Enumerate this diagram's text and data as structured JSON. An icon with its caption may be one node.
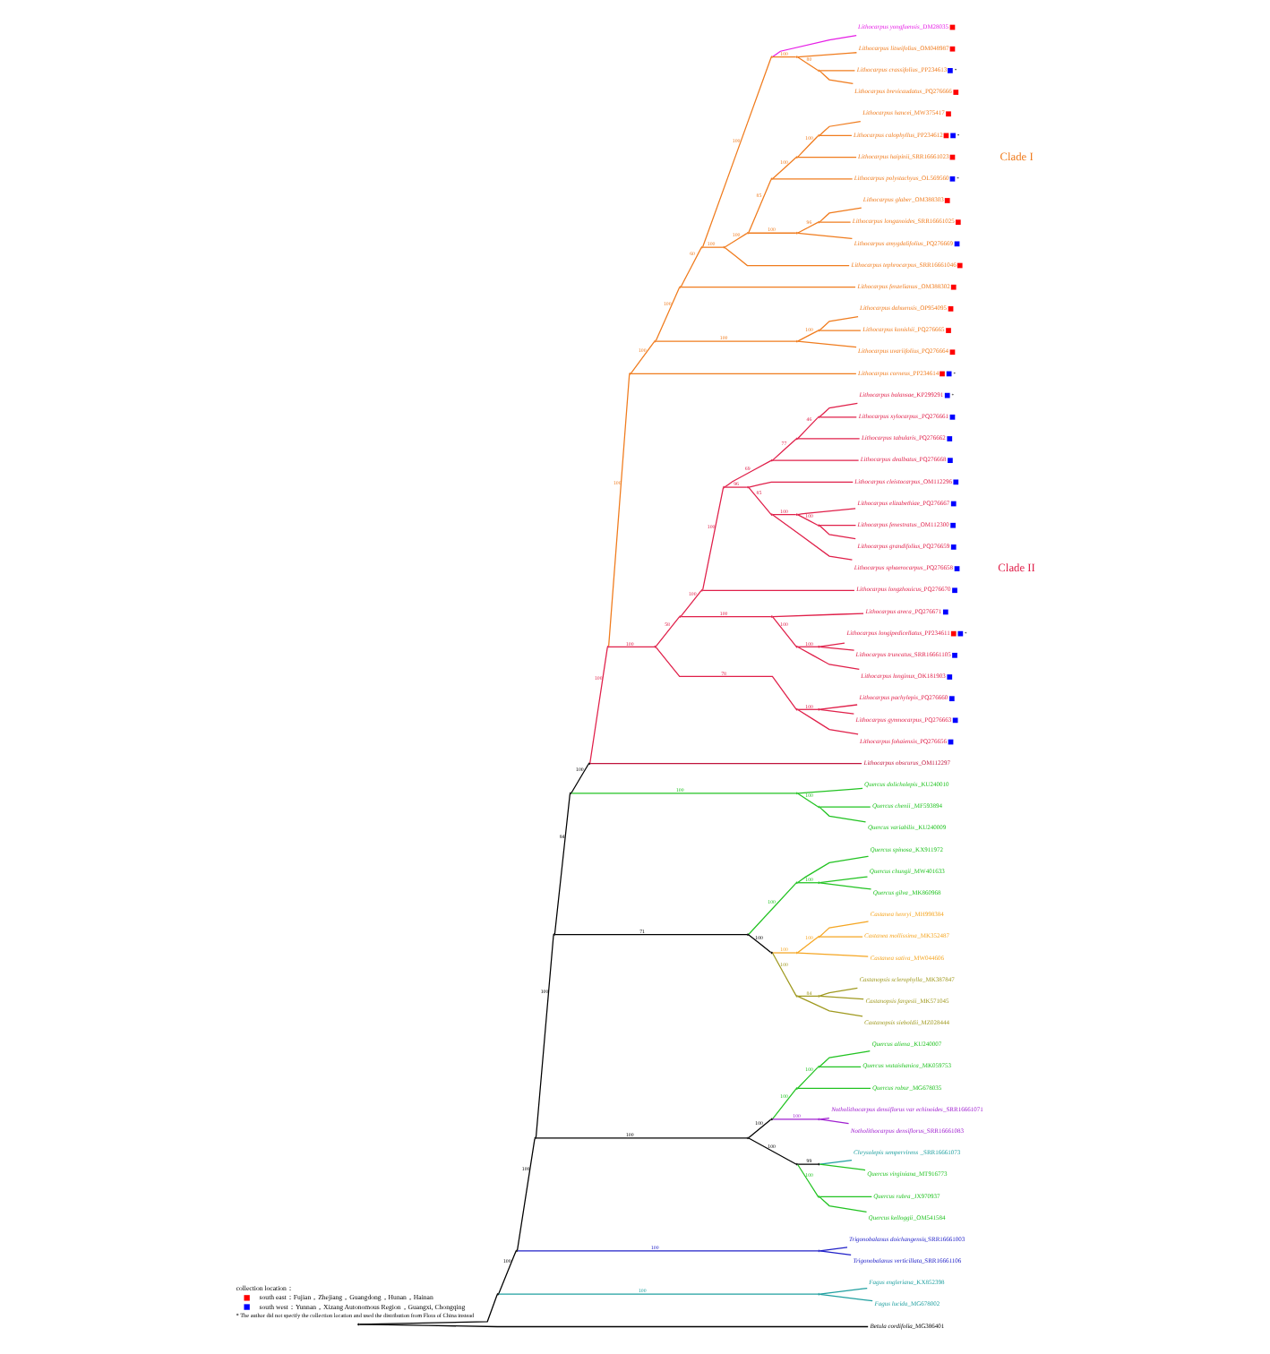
{
  "diagram": {
    "nodes": [
      {
        "text": [],
        "shape": "point"
      },
      {
        "text": [],
        "shape": "point"
      },
      {
        "text": [],
        "shape": "point"
      },
      {
        "text": [],
        "shape": "point"
      },
      {
        "text": [],
        "shape": "point"
      },
      {
        "text": [],
        "shape": "point"
      },
      {
        "text": [],
        "shape": "point"
      },
      {
        "text": [],
        "shape": "point"
      },
      {
        "text": [],
        "shape": "point"
      },
      {
        "text": [],
        "shape": "point"
      },
      {
        "text": [],
        "shape": "point"
      },
      {
        "text": [],
        "shape": "point"
      },
      {
        "text": [],
        "shape": "point"
      },
      {
        "text": [
          "Lithocarpus yongfuensis_DM28035"
        ]
      },
      {
        "text": [],
        "shape": "point"
      },
      {
        "text": [
          "Lithocarpus litseifolius_OM048987"
        ]
      },
      {
        "text": [],
        "shape": "point"
      },
      {
        "text": [
          "Lithocarpus crassifolius_PP234613"
        ],
        "beside": [
          "*"
        ]
      },
      {
        "text": [
          "Lithocarpus brevicaudatus_PQ276666"
        ]
      },
      {
        "text": [],
        "shape": "point"
      },
      {
        "text": [],
        "shape": "point"
      },
      {
        "text": [],
        "shape": "point"
      },
      {
        "text": [],
        "shape": "point"
      },
      {
        "text": [],
        "shape": "point"
      },
      {
        "text": [
          "Lithocarpus hancei_MW375417"
        ]
      },
      {
        "text": [
          "Lithocarpus calophyllus_PP234612"
        ],
        "beside": [
          "*"
        ]
      },
      {
        "text": [
          "Lithocarpus haipinii_SRR16661023"
        ]
      },
      {
        "text": [
          "Lithocarpus polystachyus_OL569560"
        ],
        "beside": [
          "*"
        ]
      },
      {
        "text": [],
        "shape": "point"
      },
      {
        "text": [],
        "shape": "point"
      },
      {
        "text": [
          "Lithocarpus glaber_OM388303"
        ]
      },
      {
        "text": [
          "Lithocarpus longanoides_SRR16661025"
        ]
      },
      {
        "text": [
          "Lithocarpus amygdalifolius_PQ276669"
        ]
      },
      {
        "text": [
          "Lithocarpus tephrocarpus_SRR16661046"
        ]
      },
      {
        "text": [
          "Lithocarpus fenzelianus_OM388302"
        ]
      },
      {
        "text": [],
        "shape": "point"
      },
      {
        "text": [],
        "shape": "point"
      },
      {
        "text": [
          "Lithocarpus dahuensis_OP954095"
        ]
      },
      {
        "text": [
          "Lithocarpus konishii_PQ276665"
        ]
      },
      {
        "text": [
          "Lithocarpus uvariifolius_PQ276664"
        ]
      },
      {
        "text": [
          "Lithocarpus corneus_PP234614"
        ],
        "beside": [
          "*"
        ]
      },
      {
        "text": [],
        "shape": "point"
      },
      {
        "text": [],
        "shape": "point"
      },
      {
        "text": [],
        "shape": "point"
      },
      {
        "text": [],
        "shape": "point"
      },
      {
        "text": [],
        "shape": "point"
      },
      {
        "text": [],
        "shape": "point"
      },
      {
        "text": [],
        "shape": "point"
      },
      {
        "text": [
          "Lithocarpus balansae_KP299291"
        ],
        "beside": [
          "*"
        ]
      },
      {
        "text": [
          "Lithocarpus xylocarpus_PQ276661"
        ]
      },
      {
        "text": [
          "Lithocarpus tabularis_PQ276662"
        ]
      },
      {
        "text": [
          "Lithocarpus dealbatus_PQ276668"
        ]
      },
      {
        "text": [],
        "shape": "point"
      },
      {
        "text": [
          "Lithocarpus cleistocarpus_OM112296"
        ]
      },
      {
        "text": [],
        "shape": "point"
      },
      {
        "text": [],
        "shape": "point"
      },
      {
        "text": [
          "Lithocarpus elizabethiae_PQ276667"
        ]
      },
      {
        "text": [],
        "shape": "point"
      },
      {
        "text": [
          "Lithocarpus fenestratus_OM112300"
        ]
      },
      {
        "text": [
          "Lithocarpus grandifolius_PQ276659"
        ]
      },
      {
        "text": [
          "Lithocarpus sphaerocarpus_PQ276658"
        ]
      },
      {
        "text": [
          "Lithocarpus longzhouicus_PQ276670"
        ]
      },
      {
        "text": [],
        "shape": "point"
      },
      {
        "text": [
          "Lithocarpus areca_PQ276671"
        ]
      },
      {
        "text": [],
        "shape": "point"
      },
      {
        "text": [],
        "shape": "point"
      },
      {
        "text": [
          "Lithocarpus longipedicellatus_PP234611"
        ],
        "beside": [
          "*"
        ]
      },
      {
        "text": [
          "Lithocarpus truncatus_SRR16661105"
        ]
      },
      {
        "text": [
          "Lithocarpus longinux_OK181903"
        ]
      },
      {
        "text": [],
        "shape": "point"
      },
      {
        "text": [],
        "shape": "point"
      },
      {
        "text": [
          "Lithocarpus pachylepis_PQ276660"
        ]
      },
      {
        "text": [
          "Lithocarpus gymnocarpus_PQ276663"
        ]
      },
      {
        "text": [
          "Lithocarpus fohaiensis_PQ276656"
        ]
      },
      {
        "text": [
          "Lithocarpus obscurus_OM112297"
        ]
      },
      {
        "text": [],
        "shape": "point"
      },
      {
        "text": [
          "Quercus dolicholepis_KU240010"
        ]
      },
      {
        "text": [],
        "shape": "point"
      },
      {
        "text": [
          "Quercus chenii_MF593894"
        ]
      },
      {
        "text": [
          "Quercus variabilis_KU240009"
        ]
      },
      {
        "text": [],
        "shape": "point"
      },
      {
        "text": [],
        "shape": "point"
      },
      {
        "text": [
          "Quercus spinosa_KX911972"
        ]
      },
      {
        "text": [],
        "shape": "point"
      },
      {
        "text": [
          "Quercus chungii_MW401633"
        ]
      },
      {
        "text": [
          "Quercus gilva_MK860968"
        ]
      },
      {
        "text": [],
        "shape": "point"
      },
      {
        "text": [],
        "shape": "point"
      },
      {
        "text": [],
        "shape": "point"
      },
      {
        "text": [
          "Castanea henryi_MH998384"
        ]
      },
      {
        "text": [
          "Castanea mollissima_MK352487"
        ]
      },
      {
        "text": [
          "Castanea sativa_MW044606"
        ]
      },
      {
        "text": [],
        "shape": "point"
      },
      {
        "text": [],
        "shape": "point"
      },
      {
        "text": [
          "Castanopsis sclerophylla_MK387847"
        ]
      },
      {
        "text": [
          "Castanopsis fargesii_MK571045"
        ]
      },
      {
        "text": [
          "Castanopsis sieboldii_MZ028444"
        ]
      },
      {
        "text": [],
        "shape": "point"
      },
      {
        "text": [],
        "shape": "point"
      },
      {
        "text": [],
        "shape": "point"
      },
      {
        "text": [],
        "shape": "point"
      },
      {
        "text": [
          "Quercus aliena_KU240007"
        ]
      },
      {
        "text": [
          "Quercus wutaishanica_MK059753"
        ]
      },
      {
        "text": [
          "Quercus robur_MG678035"
        ]
      },
      {
        "text": [],
        "shape": "point"
      },
      {
        "text": [
          "Notholithocarpus densiflorus var echinoides_SRR16661071"
        ]
      },
      {
        "text": [
          "Notholithocarpus densiflorus_SRR16661083"
        ]
      },
      {
        "text": [],
        "shape": "point"
      },
      {
        "text": [],
        "shape": "point"
      },
      {
        "text": [
          "Chrysolepis sempervirens_SRR16661073"
        ]
      },
      {
        "text": [
          "Quercus virginiana_MT916773"
        ]
      },
      {
        "text": [],
        "shape": "point"
      },
      {
        "text": [
          "Quercus rubra_JX970937"
        ]
      },
      {
        "text": [
          "Quercus kelloggii_OM541584"
        ]
      },
      {
        "text": [],
        "shape": "point"
      },
      {
        "text": [
          "Trigonobalanus doichangensis_SRR16661003"
        ]
      },
      {
        "text": [
          "Trigonobalanus verticillata_SRR16661106"
        ]
      },
      {
        "text": [],
        "shape": "point"
      },
      {
        "text": [
          "Fagus engleriana_KX852398"
        ]
      },
      {
        "text": [
          "Fagus lucida_MG678002"
        ]
      },
      {
        "text": [
          "Betula cordifolia_MG386401"
        ]
      }
    ],
    "edges": [
      {
        "from": 0,
        "to": 1,
        "arrow": "none",
        "color": "#000000"
      },
      {
        "from": 1,
        "to": 2,
        "arrow": "none",
        "color": "#000000",
        "label": "100"
      },
      {
        "from": 2,
        "to": 3,
        "arrow": "none",
        "color": "#000000",
        "label": "100"
      },
      {
        "from": 3,
        "to": 4,
        "arrow": "none",
        "color": "#000000",
        "label": "100"
      },
      {
        "from": 4,
        "to": 5,
        "arrow": "none",
        "color": "#000000",
        "label": "84"
      },
      {
        "from": 5,
        "to": 6,
        "arrow": "none",
        "color": "#000000",
        "label": "100"
      },
      {
        "from": 6,
        "to": 7,
        "arrow": "none",
        "color": "#e0204a",
        "label": "100"
      },
      {
        "from": 7,
        "to": 8,
        "arrow": "none",
        "color": "#f07c1e",
        "label": "100"
      },
      {
        "from": 8,
        "to": 9,
        "arrow": "none",
        "color": "#f07c1e",
        "label": "100"
      },
      {
        "from": 9,
        "to": 10,
        "arrow": "none",
        "color": "#f07c1e",
        "label": "100"
      },
      {
        "from": 10,
        "to": 11,
        "arrow": "none",
        "color": "#f07c1e",
        "label": "60"
      },
      {
        "from": 11,
        "to": 12,
        "arrow": "none",
        "color": "#f07c1e",
        "label": "100"
      },
      {
        "from": 12,
        "to": 13,
        "arrow": "none",
        "color": "#e61ee6"
      },
      {
        "from": 12,
        "to": 14,
        "arrow": "none",
        "color": "#f07c1e",
        "label": "100"
      },
      {
        "from": 14,
        "to": 15,
        "arrow": "none",
        "color": "#f07c1e"
      },
      {
        "from": 14,
        "to": 16,
        "arrow": "none",
        "color": "#f07c1e",
        "label": "80"
      },
      {
        "from": 16,
        "to": 17,
        "arrow": "none",
        "color": "#f07c1e"
      },
      {
        "from": 16,
        "to": 18,
        "arrow": "none",
        "color": "#f07c1e"
      },
      {
        "from": 11,
        "to": 19,
        "arrow": "none",
        "color": "#f07c1e",
        "label": "100"
      },
      {
        "from": 19,
        "to": 20,
        "arrow": "none",
        "color": "#f07c1e",
        "label": "100"
      },
      {
        "from": 20,
        "to": 21,
        "arrow": "none",
        "color": "#f07c1e",
        "label": "85"
      },
      {
        "from": 21,
        "to": 22,
        "arrow": "none",
        "color": "#f07c1e",
        "label": "100"
      },
      {
        "from": 22,
        "to": 23,
        "arrow": "none",
        "color": "#f07c1e",
        "label": "100"
      },
      {
        "from": 23,
        "to": 24,
        "arrow": "none",
        "color": "#f07c1e"
      },
      {
        "from": 23,
        "to": 25,
        "arrow": "none",
        "color": "#f07c1e"
      },
      {
        "from": 22,
        "to": 26,
        "arrow": "none",
        "color": "#f07c1e"
      },
      {
        "from": 21,
        "to": 27,
        "arrow": "none",
        "color": "#f07c1e"
      },
      {
        "from": 20,
        "to": 28,
        "arrow": "none",
        "color": "#f07c1e",
        "label": "100"
      },
      {
        "from": 28,
        "to": 29,
        "arrow": "none",
        "color": "#f07c1e",
        "label": "96"
      },
      {
        "from": 29,
        "to": 30,
        "arrow": "none",
        "color": "#f07c1e"
      },
      {
        "from": 29,
        "to": 31,
        "arrow": "none",
        "color": "#f07c1e"
      },
      {
        "from": 28,
        "to": 32,
        "arrow": "none",
        "color": "#f07c1e"
      },
      {
        "from": 19,
        "to": 33,
        "arrow": "none",
        "color": "#f07c1e"
      },
      {
        "from": 10,
        "to": 34,
        "arrow": "none",
        "color": "#f07c1e"
      },
      {
        "from": 9,
        "to": 35,
        "arrow": "none",
        "color": "#f07c1e",
        "label": "100"
      },
      {
        "from": 35,
        "to": 36,
        "arrow": "none",
        "color": "#f07c1e",
        "label": "100"
      },
      {
        "from": 36,
        "to": 37,
        "arrow": "none",
        "color": "#f07c1e"
      },
      {
        "from": 36,
        "to": 38,
        "arrow": "none",
        "color": "#f07c1e"
      },
      {
        "from": 35,
        "to": 39,
        "arrow": "none",
        "color": "#f07c1e"
      },
      {
        "from": 8,
        "to": 40,
        "arrow": "none",
        "color": "#f07c1e"
      },
      {
        "from": 7,
        "to": 41,
        "arrow": "none",
        "color": "#e0204a",
        "label": "100"
      },
      {
        "from": 41,
        "to": 42,
        "arrow": "none",
        "color": "#e0204a",
        "label": "58"
      },
      {
        "from": 42,
        "to": 43,
        "arrow": "none",
        "color": "#e0204a",
        "label": "100"
      },
      {
        "from": 43,
        "to": 44,
        "arrow": "none",
        "color": "#e0204a",
        "label": "100"
      },
      {
        "from": 44,
        "to": 45,
        "arrow": "none",
        "color": "#e0204a",
        "label": "69"
      },
      {
        "from": 45,
        "to": 46,
        "arrow": "none",
        "color": "#e0204a",
        "label": "77"
      },
      {
        "from": 46,
        "to": 47,
        "arrow": "none",
        "color": "#e0204a",
        "label": "46"
      },
      {
        "from": 47,
        "to": 48,
        "arrow": "none",
        "color": "#e0204a"
      },
      {
        "from": 47,
        "to": 49,
        "arrow": "none",
        "color": "#e0204a"
      },
      {
        "from": 46,
        "to": 50,
        "arrow": "none",
        "color": "#e0204a"
      },
      {
        "from": 45,
        "to": 51,
        "arrow": "none",
        "color": "#e0204a"
      },
      {
        "from": 44,
        "to": 52,
        "arrow": "none",
        "color": "#e0204a",
        "label": "96"
      },
      {
        "from": 52,
        "to": 53,
        "arrow": "none",
        "color": "#e0204a"
      },
      {
        "from": 52,
        "to": 54,
        "arrow": "none",
        "color": "#e0204a",
        "label": "85"
      },
      {
        "from": 54,
        "to": 55,
        "arrow": "none",
        "color": "#e0204a",
        "label": "100"
      },
      {
        "from": 55,
        "to": 56,
        "arrow": "none",
        "color": "#e0204a"
      },
      {
        "from": 55,
        "to": 57,
        "arrow": "none",
        "color": "#e0204a",
        "label": "100"
      },
      {
        "from": 57,
        "to": 58,
        "arrow": "none",
        "color": "#e0204a"
      },
      {
        "from": 57,
        "to": 59,
        "arrow": "none",
        "color": "#e0204a"
      },
      {
        "from": 54,
        "to": 60,
        "arrow": "none",
        "color": "#e0204a"
      },
      {
        "from": 43,
        "to": 61,
        "arrow": "none",
        "color": "#e0204a"
      },
      {
        "from": 42,
        "to": 62,
        "arrow": "none",
        "color": "#e0204a",
        "label": "100"
      },
      {
        "from": 62,
        "to": 63,
        "arrow": "none",
        "color": "#e0204a"
      },
      {
        "from": 62,
        "to": 64,
        "arrow": "none",
        "color": "#e0204a",
        "label": "100"
      },
      {
        "from": 64,
        "to": 65,
        "arrow": "none",
        "color": "#e0204a",
        "label": "100"
      },
      {
        "from": 65,
        "to": 66,
        "arrow": "none",
        "color": "#e0204a"
      },
      {
        "from": 65,
        "to": 67,
        "arrow": "none",
        "color": "#e0204a"
      },
      {
        "from": 64,
        "to": 68,
        "arrow": "none",
        "color": "#e0204a"
      },
      {
        "from": 41,
        "to": 69,
        "arrow": "none",
        "color": "#e0204a",
        "label": "78"
      },
      {
        "from": 69,
        "to": 70,
        "arrow": "none",
        "color": "#e0204a",
        "label": "100"
      },
      {
        "from": 70,
        "to": 71,
        "arrow": "none",
        "color": "#e0204a"
      },
      {
        "from": 70,
        "to": 72,
        "arrow": "none",
        "color": "#e0204a"
      },
      {
        "from": 69,
        "to": 73,
        "arrow": "none",
        "color": "#e0204a"
      },
      {
        "from": 6,
        "to": 74,
        "arrow": "none",
        "color": "#c0143c"
      },
      {
        "from": 5,
        "to": 75,
        "arrow": "none",
        "color": "#22c322",
        "label": "100"
      },
      {
        "from": 75,
        "to": 76,
        "arrow": "none",
        "color": "#22c322"
      },
      {
        "from": 75,
        "to": 77,
        "arrow": "none",
        "color": "#22c322",
        "label": "100"
      },
      {
        "from": 77,
        "to": 78,
        "arrow": "none",
        "color": "#22c322"
      },
      {
        "from": 77,
        "to": 79,
        "arrow": "none",
        "color": "#22c322"
      },
      {
        "from": 4,
        "to": 80,
        "arrow": "none",
        "color": "#000000",
        "label": "71"
      },
      {
        "from": 80,
        "to": 81,
        "arrow": "none",
        "color": "#22c322",
        "label": "100"
      },
      {
        "from": 81,
        "to": 82,
        "arrow": "none",
        "color": "#22c322"
      },
      {
        "from": 81,
        "to": 83,
        "arrow": "none",
        "color": "#22c322",
        "label": "100"
      },
      {
        "from": 83,
        "to": 84,
        "arrow": "none",
        "color": "#22c322"
      },
      {
        "from": 83,
        "to": 85,
        "arrow": "none",
        "color": "#22c322"
      },
      {
        "from": 80,
        "to": 86,
        "arrow": "none",
        "color": "#000000",
        "label": "100"
      },
      {
        "from": 86,
        "to": 87,
        "arrow": "none",
        "color": "#f5a623",
        "label": "100"
      },
      {
        "from": 87,
        "to": 88,
        "arrow": "none",
        "color": "#f5a623",
        "label": "100"
      },
      {
        "from": 88,
        "to": 89,
        "arrow": "none",
        "color": "#f5a623"
      },
      {
        "from": 88,
        "to": 90,
        "arrow": "none",
        "color": "#f5a623"
      },
      {
        "from": 87,
        "to": 91,
        "arrow": "none",
        "color": "#f5a623"
      },
      {
        "from": 86,
        "to": 92,
        "arrow": "none",
        "color": "#a09a20",
        "label": "100"
      },
      {
        "from": 92,
        "to": 93,
        "arrow": "none",
        "color": "#a09a20",
        "label": "84"
      },
      {
        "from": 93,
        "to": 94,
        "arrow": "none",
        "color": "#a09a20"
      },
      {
        "from": 93,
        "to": 95,
        "arrow": "none",
        "color": "#a09a20"
      },
      {
        "from": 92,
        "to": 96,
        "arrow": "none",
        "color": "#a09a20"
      },
      {
        "from": 3,
        "to": 97,
        "arrow": "none",
        "color": "#000000",
        "label": "100"
      },
      {
        "from": 97,
        "to": 98,
        "arrow": "none",
        "color": "#000000",
        "label": "100"
      },
      {
        "from": 98,
        "to": 99,
        "arrow": "none",
        "color": "#22c322",
        "label": "100"
      },
      {
        "from": 99,
        "to": 100,
        "arrow": "none",
        "color": "#22c322",
        "label": "100"
      },
      {
        "from": 100,
        "to": 101,
        "arrow": "none",
        "color": "#22c322"
      },
      {
        "from": 100,
        "to": 102,
        "arrow": "none",
        "color": "#22c322"
      },
      {
        "from": 99,
        "to": 103,
        "arrow": "none",
        "color": "#22c322"
      },
      {
        "from": 98,
        "to": 104,
        "arrow": "none",
        "color": "#a020d0",
        "label": "100"
      },
      {
        "from": 104,
        "to": 105,
        "arrow": "none",
        "color": "#a020d0"
      },
      {
        "from": 104,
        "to": 106,
        "arrow": "none",
        "color": "#a020d0"
      },
      {
        "from": 97,
        "to": 107,
        "arrow": "none",
        "color": "#000000",
        "label": "100"
      },
      {
        "from": 107,
        "to": 108,
        "arrow": "none",
        "color": "#000000",
        "label": "99"
      },
      {
        "from": 108,
        "to": 109,
        "arrow": "none",
        "color": "#20a0a0"
      },
      {
        "from": 108,
        "to": 110,
        "arrow": "none",
        "color": "#22c322"
      },
      {
        "from": 107,
        "to": 111,
        "arrow": "none",
        "color": "#22c322",
        "label": "100"
      },
      {
        "from": 111,
        "to": 112,
        "arrow": "none",
        "color": "#22c322"
      },
      {
        "from": 111,
        "to": 113,
        "arrow": "none",
        "color": "#22c322"
      },
      {
        "from": 2,
        "to": 114,
        "arrow": "none",
        "color": "#2020c8",
        "label": "100"
      },
      {
        "from": 114,
        "to": 115,
        "arrow": "none",
        "color": "#2020c8"
      },
      {
        "from": 114,
        "to": 116,
        "arrow": "none",
        "color": "#2020c8"
      },
      {
        "from": 1,
        "to": 117,
        "arrow": "none",
        "color": "#20a0a0",
        "label": "100"
      },
      {
        "from": 117,
        "to": 118,
        "arrow": "none",
        "color": "#20a0a0"
      },
      {
        "from": 117,
        "to": 119,
        "arrow": "none",
        "color": "#20a0a0"
      },
      {
        "from": 0,
        "to": 120,
        "arrow": "none",
        "color": "#000000"
      }
    ],
    "labels": [
      "collection location：",
      "* The author did not specify the collection location and used the distribution from Flora of China instead",
      "Clade I",
      "Clade II"
    ],
    "legend": [
      {
        "text": "south east：Fujian，Zhejiang，Guangdong，Hunan，Hainan",
        "color": "#ff0000"
      },
      {
        "text": "south west：Yunnan，Xizang Autonomous Region，Guangxi, Chongqing",
        "color": "#0000ff"
      }
    ]
  }
}
